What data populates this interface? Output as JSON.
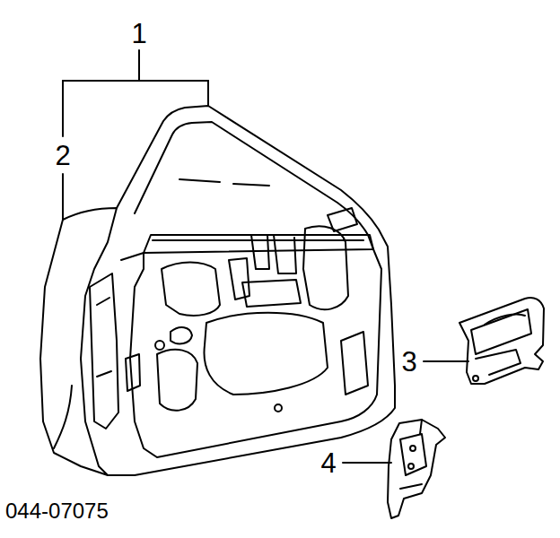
{
  "diagram": {
    "labels": [
      "1",
      "2",
      "3",
      "4",
      "044-07075"
    ]
  }
}
